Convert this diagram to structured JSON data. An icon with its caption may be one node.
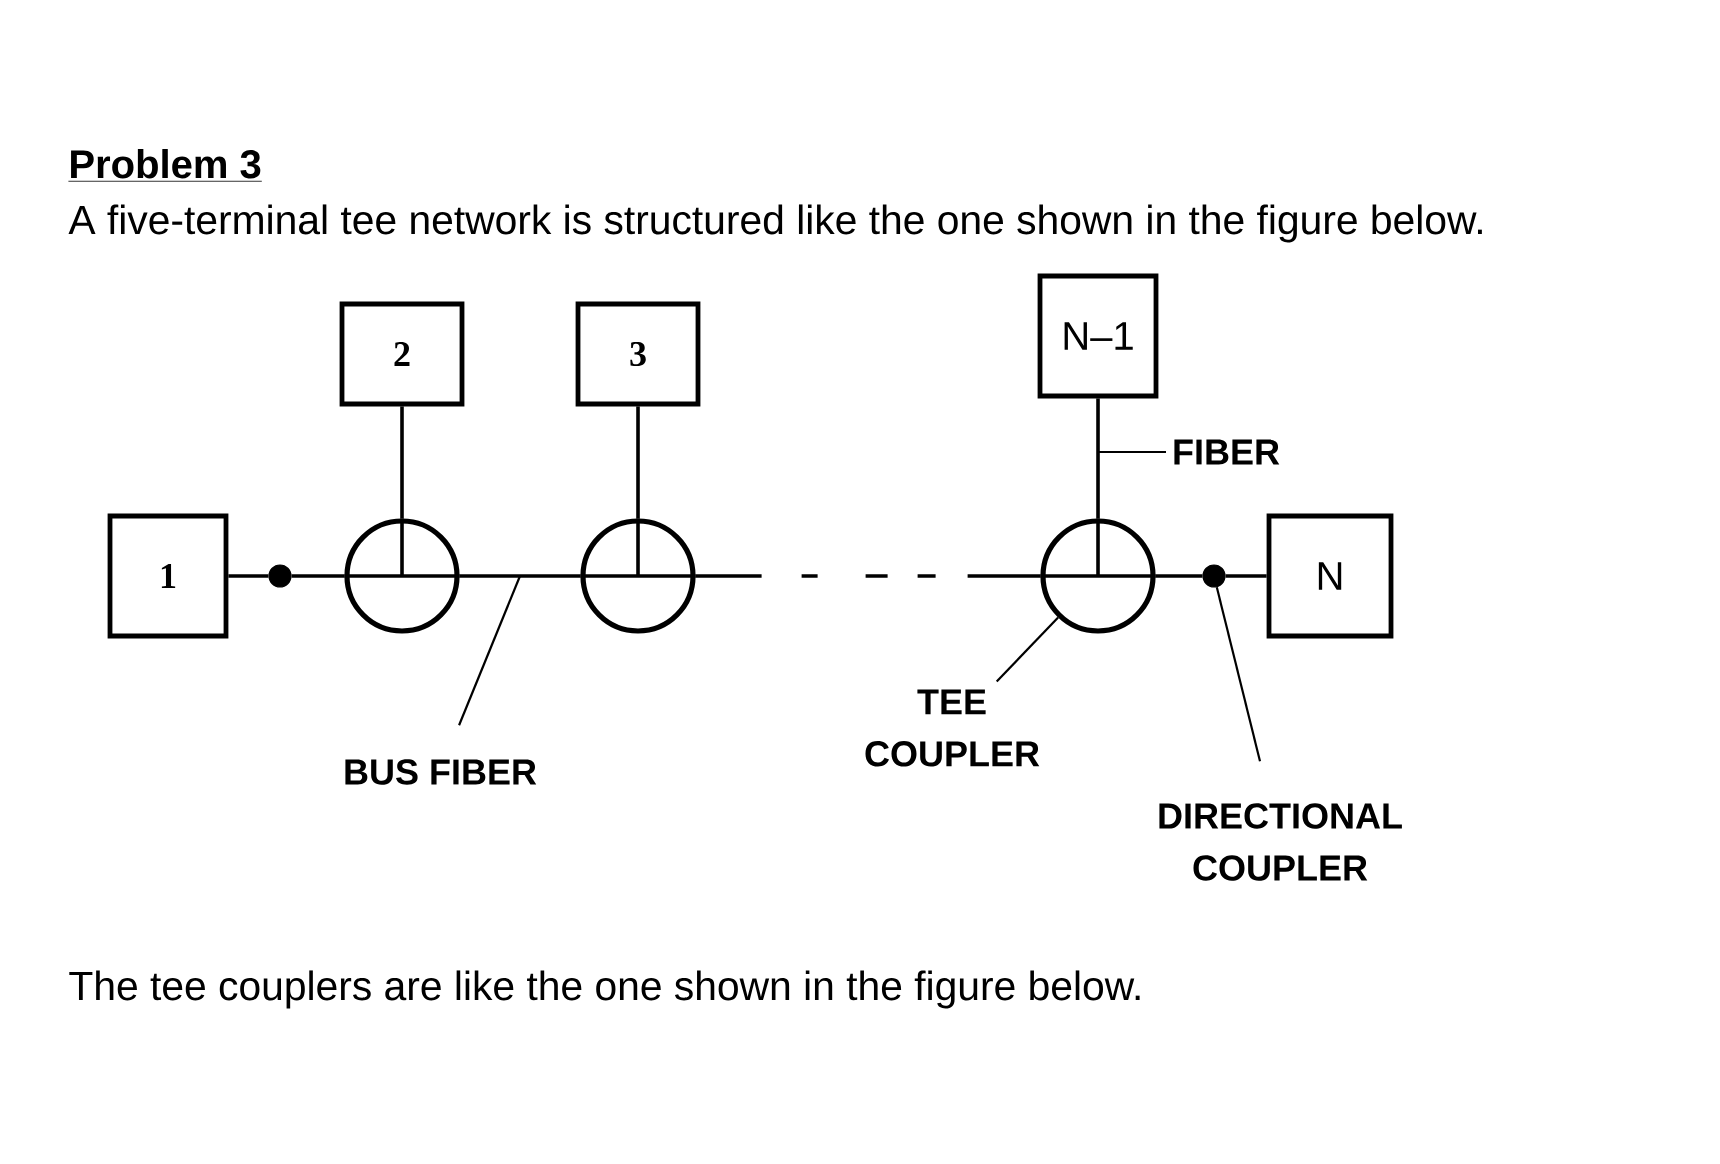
{
  "diagram": {
    "title": "Problem 3",
    "nodes": [
      {
        "text": [
          "1"
        ]
      },
      {
        "text": [
          "2"
        ]
      },
      {
        "text": [
          "3"
        ]
      },
      {
        "text": [
          "N–1"
        ]
      },
      {
        "text": [
          "N"
        ]
      },
      {
        "text": [],
        "shape": "circle"
      },
      {
        "text": [],
        "shape": "circle"
      },
      {
        "text": [],
        "shape": "circle"
      },
      {
        "text": [],
        "shape": "dot"
      },
      {
        "text": [],
        "shape": "dot"
      },
      {
        "text": [
          "BUS FIBER"
        ]
      },
      {
        "text": [
          "TEE COUPLER"
        ]
      },
      {
        "text": [
          "FIBER"
        ]
      },
      {
        "text": [
          "DIRECTIONAL COUPLER"
        ]
      }
    ],
    "edges": [
      {
        "from": 0,
        "to": 8,
        "arrow": "none"
      },
      {
        "from": 8,
        "to": 5,
        "arrow": "none"
      },
      {
        "from": 5,
        "to": 6,
        "arrow": "none"
      },
      {
        "from": 6,
        "to": 7,
        "arrow": "none",
        "style": "dashed"
      },
      {
        "from": 7,
        "to": 9,
        "arrow": "none"
      },
      {
        "from": 9,
        "to": 4,
        "arrow": "none"
      },
      {
        "from": 1,
        "to": 5,
        "arrow": "none"
      },
      {
        "from": 2,
        "to": 6,
        "arrow": "none"
      },
      {
        "from": 3,
        "to": 7,
        "arrow": "none"
      },
      {
        "from": 10,
        "to": null,
        "arrow": "none"
      },
      {
        "from": 11,
        "to": 7,
        "arrow": "none"
      },
      {
        "from": 12,
        "to": null,
        "arrow": "none"
      },
      {
        "from": 13,
        "to": 9,
        "arrow": "none"
      }
    ],
    "labels": [
      "A five-terminal tee network is structured like the one shown in the figure below.",
      "The tee couplers are like the one shown in the figure below."
    ]
  }
}
